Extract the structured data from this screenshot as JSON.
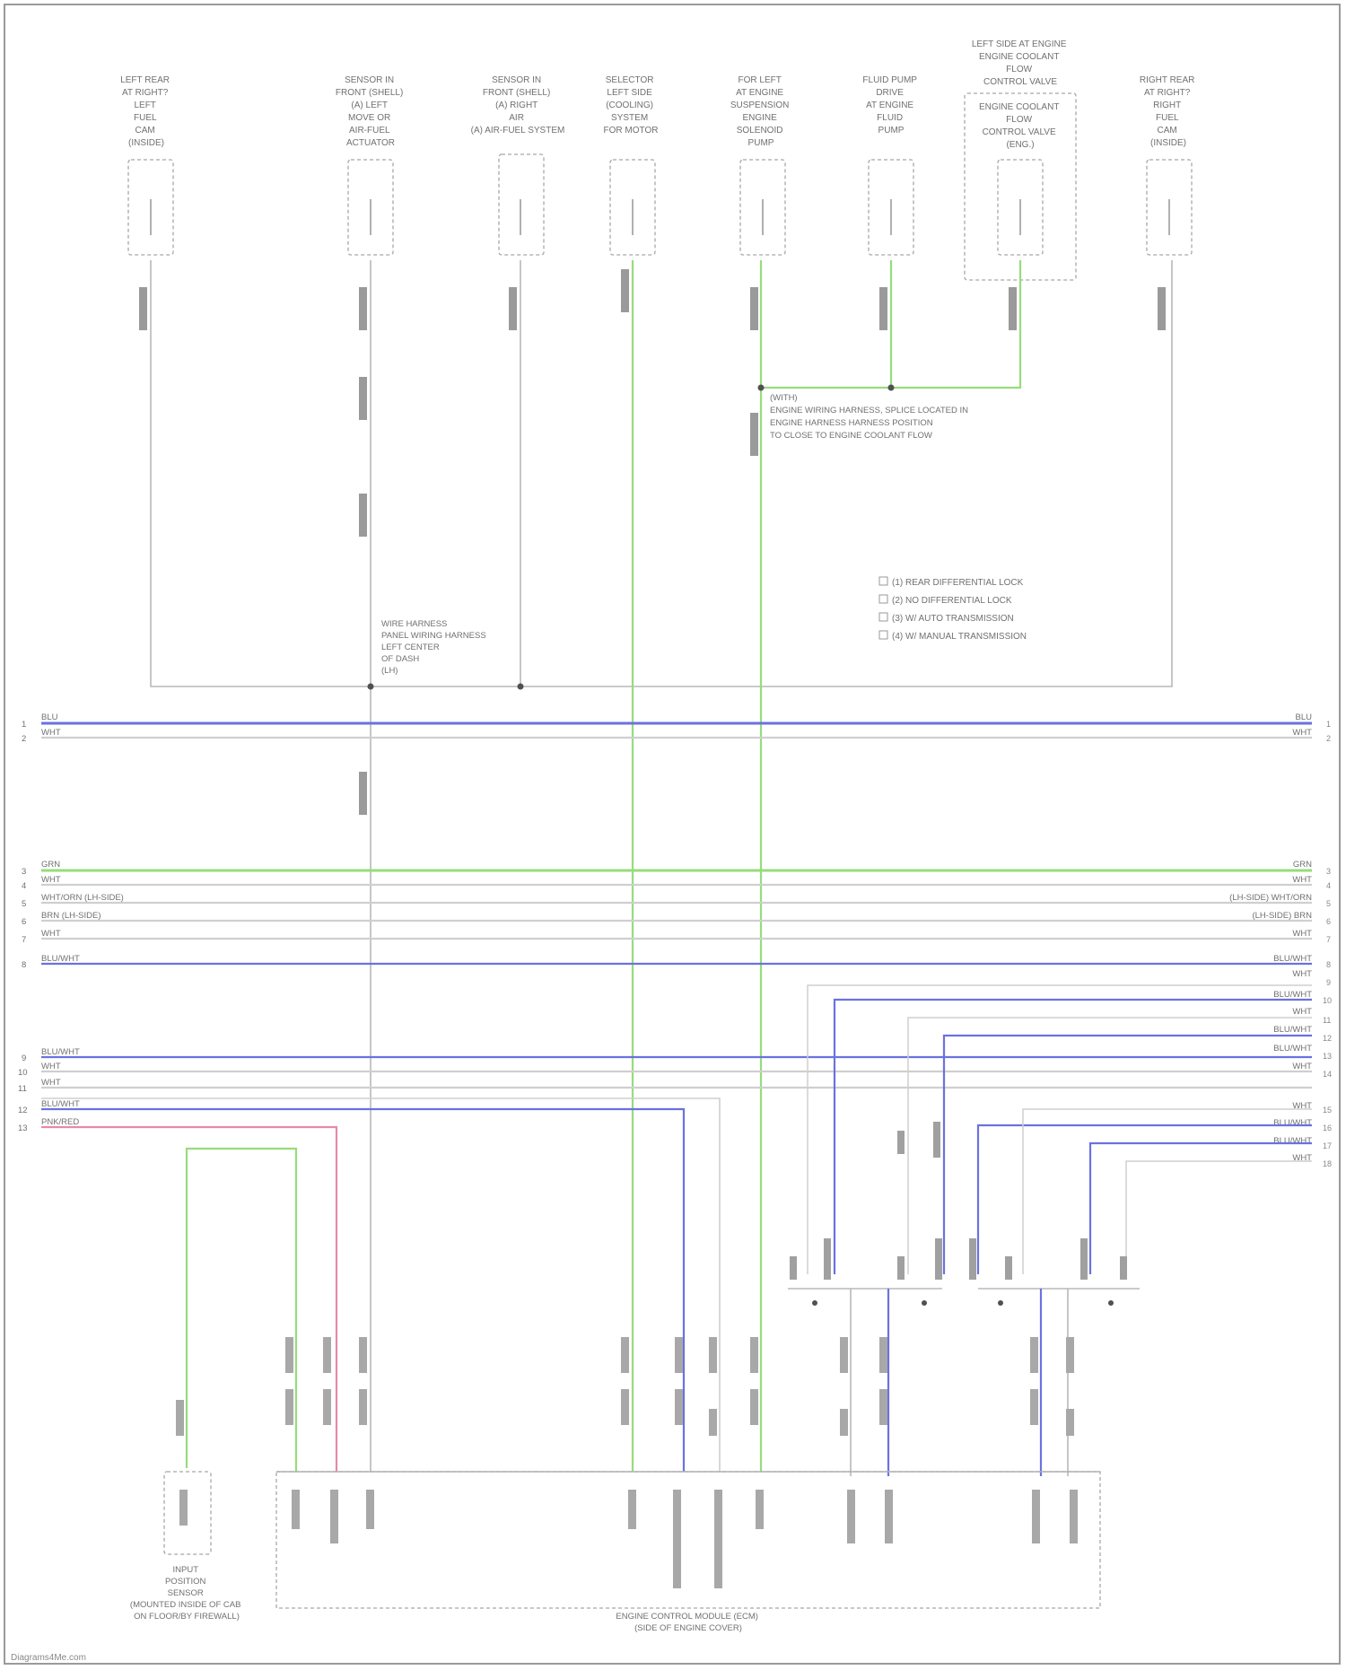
{
  "components": [
    {
      "id": "lr_sensor",
      "label": [
        "LEFT REAR",
        "AT RIGHT?",
        "LEFT",
        "FUEL",
        "CAM",
        "(INSIDE)"
      ]
    },
    {
      "id": "sensor_front_left",
      "label": [
        "SENSOR IN",
        "FRONT (SHELL)",
        "(A) LEFT",
        "MOVE OR",
        "AIR-FUEL",
        "ACTUATOR"
      ]
    },
    {
      "id": "sensor_front_right",
      "label": [
        "SENSOR IN",
        "FRONT (SHELL)",
        "(A) RIGHT",
        "AIR",
        "(A) AIR-FUEL SYSTEM"
      ]
    },
    {
      "id": "sensor_selector",
      "label": [
        "SELECTOR",
        "LEFT SIDE",
        "(COOLING)",
        "SYSTEM",
        "FOR MOTOR"
      ]
    },
    {
      "id": "valve_solenoid",
      "label": [
        "FOR LEFT",
        "AT ENGINE",
        "SUSPENSION",
        "ENGINE",
        "SOLENOID",
        "PUMP"
      ]
    },
    {
      "id": "sensor_pump",
      "label": [
        "FLUID PUMP",
        "DRIVE",
        "AT ENGINE",
        "FLUID",
        "PUMP"
      ]
    },
    {
      "id": "valve_engine",
      "label": [
        "LEFT SIDE AT ENGINE",
        "ENGINE COOLANT",
        "FLOW",
        "CONTROL VALVE"
      ]
    },
    {
      "id": "rr_sensor",
      "label": [
        "RIGHT REAR",
        "AT RIGHT?",
        "RIGHT",
        "FUEL",
        "CAM",
        "(INSIDE)"
      ]
    }
  ],
  "inner_box_label": [
    "ENGINE COOLANT",
    "FLOW",
    "CONTROL VALVE",
    "(ENG.)"
  ],
  "splice_note_1": [
    "(WITH)",
    "ENGINE WIRING HARNESS, SPLICE LOCATED IN",
    "ENGINE HARNESS HARNESS POSITION",
    "TO CLOSE TO ENGINE COOLANT FLOW"
  ],
  "splice_note_2": [
    "WIRE HARNESS",
    "PANEL WIRING HARNESS",
    "LEFT CENTER",
    "OF DASH",
    "(LH)"
  ],
  "legend": [
    "(1) REAR DIFFERENTIAL LOCK",
    "(2) NO DIFFERENTIAL LOCK",
    "(3) W/ AUTO TRANSMISSION",
    "(4) W/ MANUAL TRANSMISSION"
  ],
  "bus_left_labels": [
    {
      "pin": "1",
      "text": "BLU"
    },
    {
      "pin": "2",
      "text": "WHT"
    },
    {
      "pin": "3",
      "text": "GRN"
    },
    {
      "pin": "4",
      "text": "WHT"
    },
    {
      "pin": "5",
      "text": "WHT/ORN    (LH-SIDE)"
    },
    {
      "pin": "6",
      "text": "BRN    (LH-SIDE)"
    },
    {
      "pin": "7",
      "text": "WHT"
    },
    {
      "pin": "8",
      "text": "BLU/WHT"
    },
    {
      "pin": "9",
      "text": "BLU/WHT"
    },
    {
      "pin": "10",
      "text": "WHT"
    },
    {
      "pin": "11",
      "text": "WHT"
    },
    {
      "pin": "12",
      "text": "BLU/WHT"
    },
    {
      "pin": "13",
      "text": "PNK/RED"
    }
  ],
  "bus_right_labels": [
    {
      "pin": "1",
      "text": "BLU"
    },
    {
      "pin": "2",
      "text": "WHT"
    },
    {
      "pin": "3",
      "text": "GRN"
    },
    {
      "pin": "4",
      "text": "WHT"
    },
    {
      "pin": "5",
      "text": "(LH-SIDE)    WHT/ORN"
    },
    {
      "pin": "6",
      "text": "(LH-SIDE) BRN"
    },
    {
      "pin": "7",
      "text": "WHT"
    },
    {
      "pin": "8",
      "text": "BLU/WHT"
    },
    {
      "pin": "9",
      "text": "WHT"
    },
    {
      "pin": "10",
      "text": "BLU/WHT"
    },
    {
      "pin": "11",
      "text": "WHT"
    },
    {
      "pin": "12",
      "text": "BLU/WHT"
    },
    {
      "pin": "13",
      "text": "BLU/WHT"
    },
    {
      "pin": "14",
      "text": "WHT"
    },
    {
      "pin": "15",
      "text": "WHT"
    },
    {
      "pin": "16",
      "text": "BLU/WHT"
    },
    {
      "pin": "17",
      "text": "BLU/WHT"
    },
    {
      "pin": "18",
      "text": "WHT"
    }
  ],
  "bottom_left_component": [
    "INPUT",
    "POSITION",
    "SENSOR",
    "(MOUNTED INSIDE OF CAB",
    "ON FLOOR/BY FIREWALL)"
  ],
  "bottom_module_label": [
    "ENGINE CONTROL MODULE (ECM)",
    "(SIDE OF ENGINE COVER)"
  ],
  "footer": "Diagrams4Me.com",
  "colors": {
    "blue": "#6a72e0",
    "green": "#96dc7c",
    "pink": "#e58aa8",
    "gray": "#b8b8b8",
    "dark": "#6e6e6e",
    "frame": "#9a9a9a"
  }
}
